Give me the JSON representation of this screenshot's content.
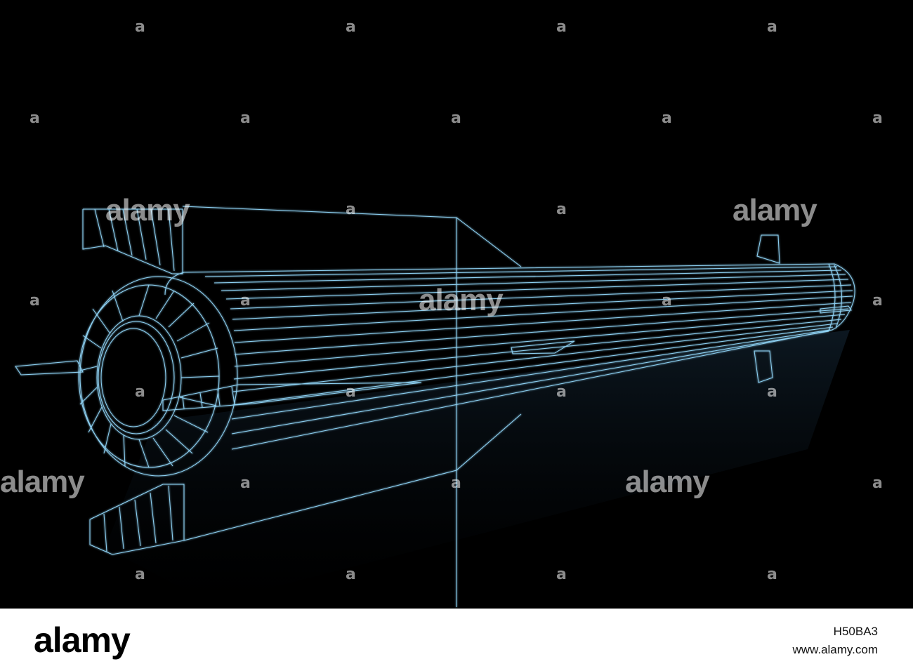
{
  "image": {
    "subject": "",
    "background_color": "#000000",
    "line_color": "#8fd3f5"
  },
  "watermark": {
    "text": "alamy",
    "small_glyph": "a"
  },
  "footer": {
    "logo": "alamy",
    "image_id": "H50BA3",
    "url": "www.alamy.com"
  }
}
